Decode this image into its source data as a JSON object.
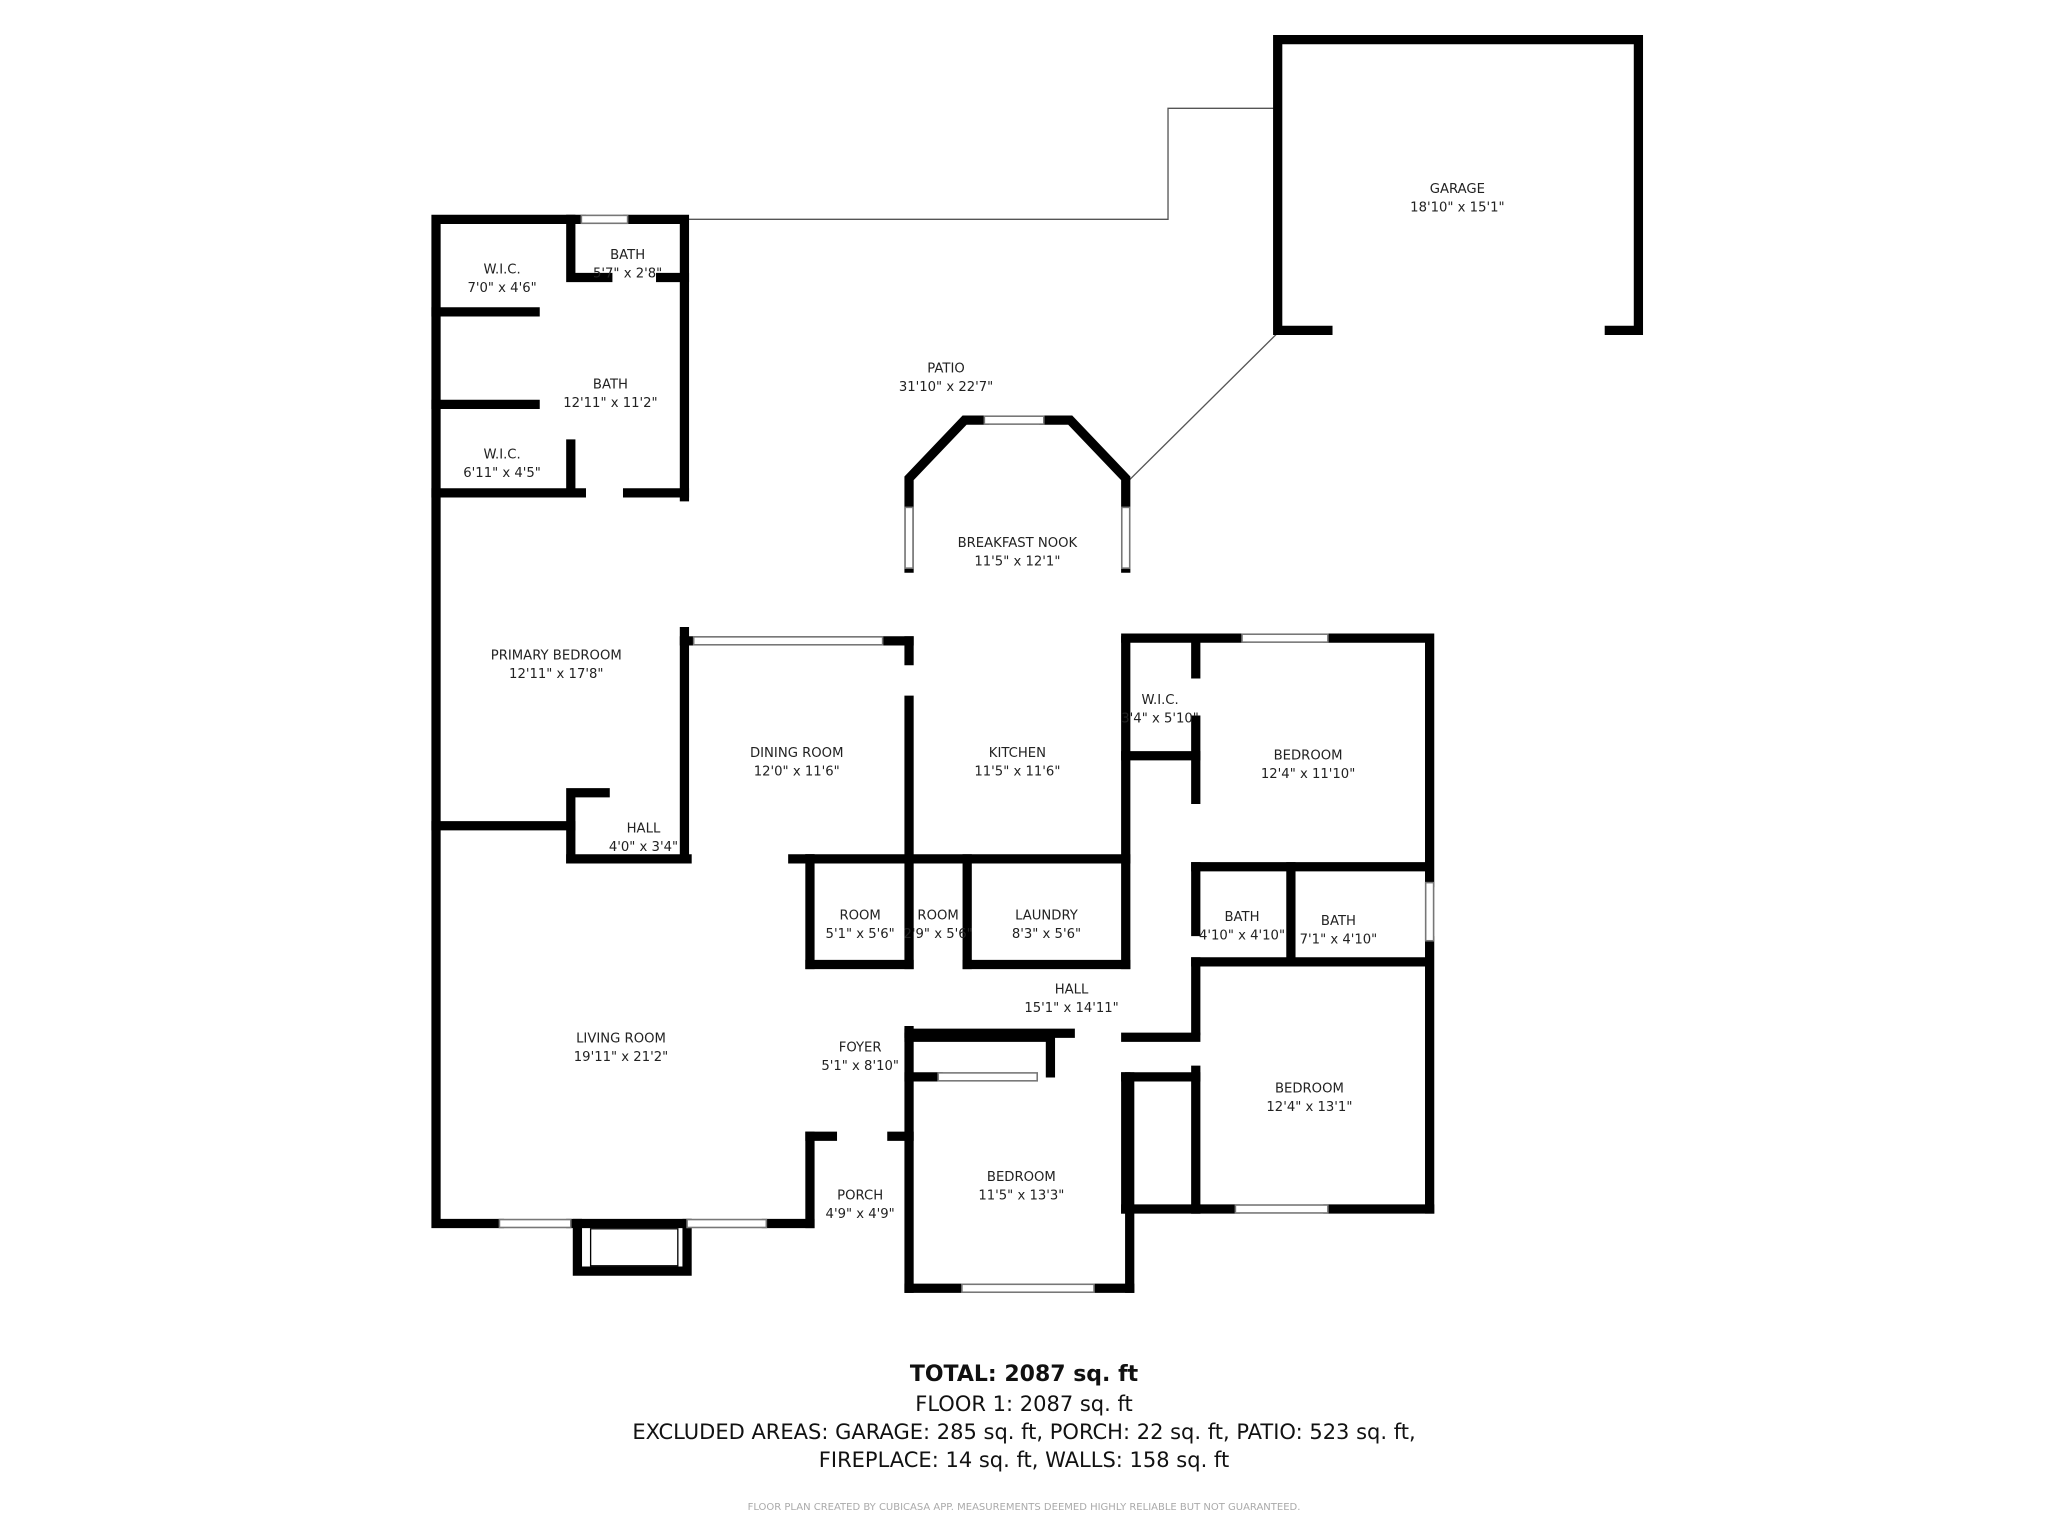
{
  "rooms": [
    {
      "name": "GARAGE",
      "dims": "18'10\" x 15'1\""
    },
    {
      "name": "PATIO",
      "dims": "31'10\" x 22'7\""
    },
    {
      "name": "W.I.C.",
      "dims": "7'0\" x 4'6\""
    },
    {
      "name": "BATH",
      "dims": "5'7\" x 2'8\""
    },
    {
      "name": "BATH",
      "dims": "12'11\" x 11'2\""
    },
    {
      "name": "W.I.C.",
      "dims": "6'11\" x 4'5\""
    },
    {
      "name": "PRIMARY BEDROOM",
      "dims": "12'11\" x 17'8\""
    },
    {
      "name": "HALL",
      "dims": "4'0\" x 3'4\""
    },
    {
      "name": "BREAKFAST NOOK",
      "dims": "11'5\" x 12'1\""
    },
    {
      "name": "DINING ROOM",
      "dims": "12'0\" x 11'6\""
    },
    {
      "name": "KITCHEN",
      "dims": "11'5\" x 11'6\""
    },
    {
      "name": "W.I.C.",
      "dims": "3'4\" x 5'10\""
    },
    {
      "name": "BEDROOM",
      "dims": "12'4\" x 11'10\""
    },
    {
      "name": "ROOM",
      "dims": "5'1\" x 5'6\""
    },
    {
      "name": "ROOM",
      "dims": "2'9\" x 5'6\""
    },
    {
      "name": "LAUNDRY",
      "dims": "8'3\" x 5'6\""
    },
    {
      "name": "BATH",
      "dims": "4'10\" x 4'10\""
    },
    {
      "name": "BATH",
      "dims": "7'1\" x 4'10\""
    },
    {
      "name": "HALL",
      "dims": "15'1\" x 14'11\""
    },
    {
      "name": "LIVING ROOM",
      "dims": "19'11\" x 21'2\""
    },
    {
      "name": "FOYER",
      "dims": "5'1\" x 8'10\""
    },
    {
      "name": "BEDROOM",
      "dims": "12'4\" x 13'1\""
    },
    {
      "name": "BEDROOM",
      "dims": "11'5\" x 13'3\""
    },
    {
      "name": "PORCH",
      "dims": "4'9\" x 4'9\""
    }
  ],
  "summary": {
    "total": "TOTAL: 2087 sq. ft",
    "floor1": "FLOOR 1: 2087 sq. ft",
    "excluded_line1": "EXCLUDED AREAS: GARAGE: 285 sq. ft, PORCH: 22 sq. ft, PATIO: 523 sq. ft,",
    "excluded_line2": "FIREPLACE: 14 sq. ft, WALLS: 158 sq. ft"
  },
  "credit": "FLOOR PLAN CREATED BY CUBICASA APP. MEASUREMENTS DEEMED HIGHLY RELIABLE BUT NOT GUARANTEED."
}
